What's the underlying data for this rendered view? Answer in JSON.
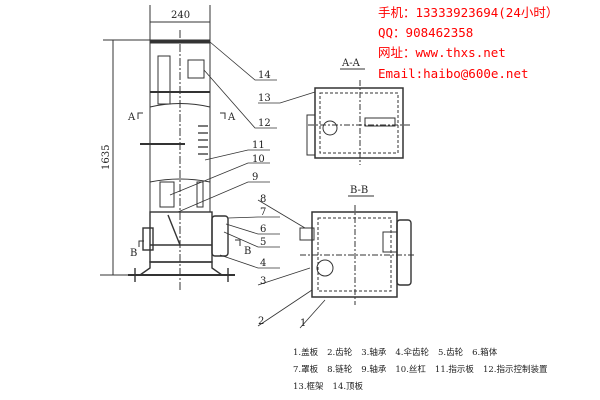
{
  "contact": {
    "phone": "手机：13333923694(24小时）",
    "qq": "QQ：908462358",
    "website": "网址：www.thxs.net",
    "email": "Email:haibo@600e.net"
  },
  "dimensions": {
    "width": "240",
    "height": "1635"
  },
  "sections": {
    "aa": "A-A",
    "bb": "B-B",
    "a": "A",
    "b": "B"
  },
  "callouts": [
    "1",
    "2",
    "3",
    "4",
    "5",
    "6",
    "7",
    "8",
    "9",
    "10",
    "11",
    "12",
    "13",
    "14"
  ],
  "legend": {
    "row1": [
      "1.盖板",
      "2.齿轮",
      "3.轴承",
      "4.伞齿轮",
      "5.齿轮",
      "6.箱体"
    ],
    "row2": [
      "7.罩板",
      "8.链轮",
      "9.轴承",
      "10.丝杠",
      "11.指示板",
      "12.指示控制装置"
    ],
    "row3": [
      "13.框架",
      "14.顶板"
    ]
  }
}
